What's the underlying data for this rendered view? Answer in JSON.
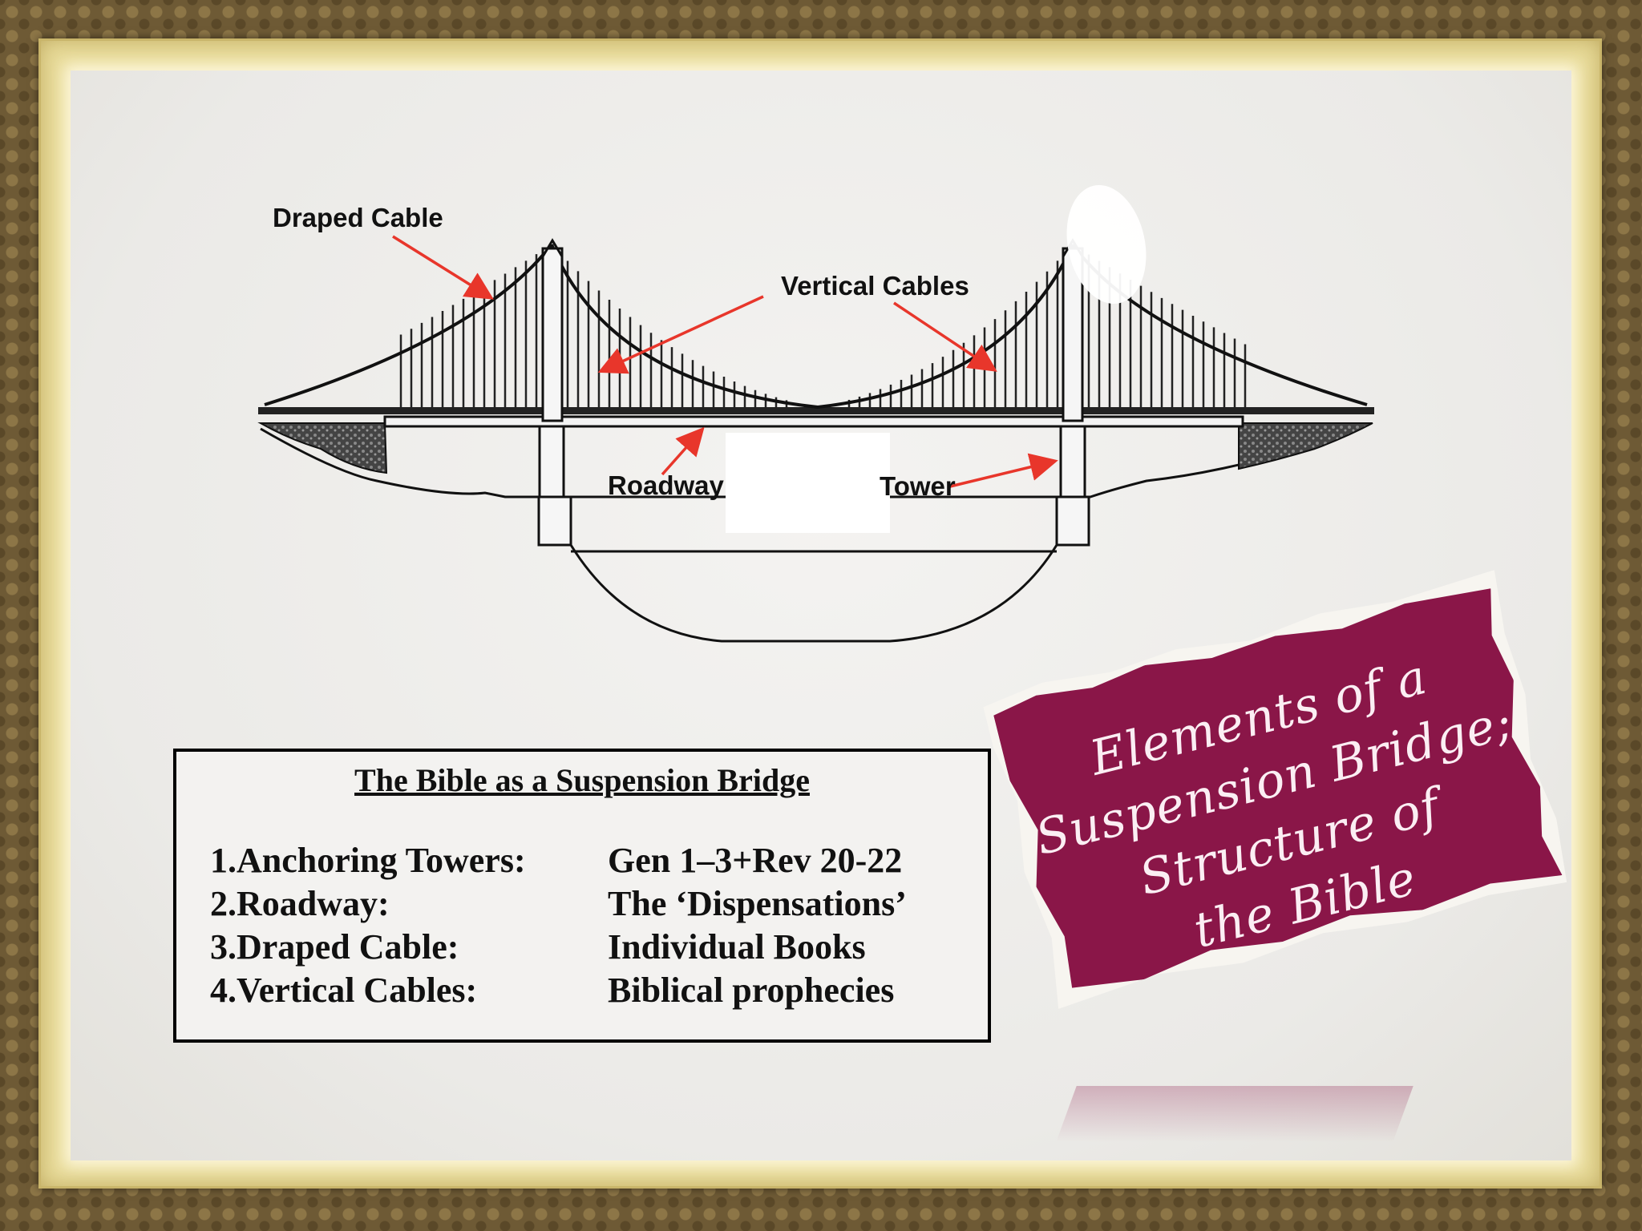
{
  "diagram": {
    "callouts": {
      "draped_cable": "Draped Cable",
      "vertical_cables": "Vertical Cables",
      "roadway": "Roadway",
      "tower": "Tower"
    },
    "arrow_color": "#e8362b"
  },
  "mapping": {
    "title": "The Bible as a Suspension Bridge",
    "rows": [
      {
        "term": "1.Anchoring Towers:",
        "meaning": "Gen 1–3+Rev 20-22"
      },
      {
        "term": "2.Roadway:",
        "meaning": "The ‘Dispensations’"
      },
      {
        "term": "3.Draped Cable:",
        "meaning": "Individual Books"
      },
      {
        "term": "4.Vertical Cables:",
        "meaning": "Biblical prophecies"
      }
    ]
  },
  "title_card": {
    "lines": [
      "Elements of a",
      "Suspension Bridge;",
      "Structure of",
      "the Bible"
    ],
    "color": "#8a1648"
  }
}
